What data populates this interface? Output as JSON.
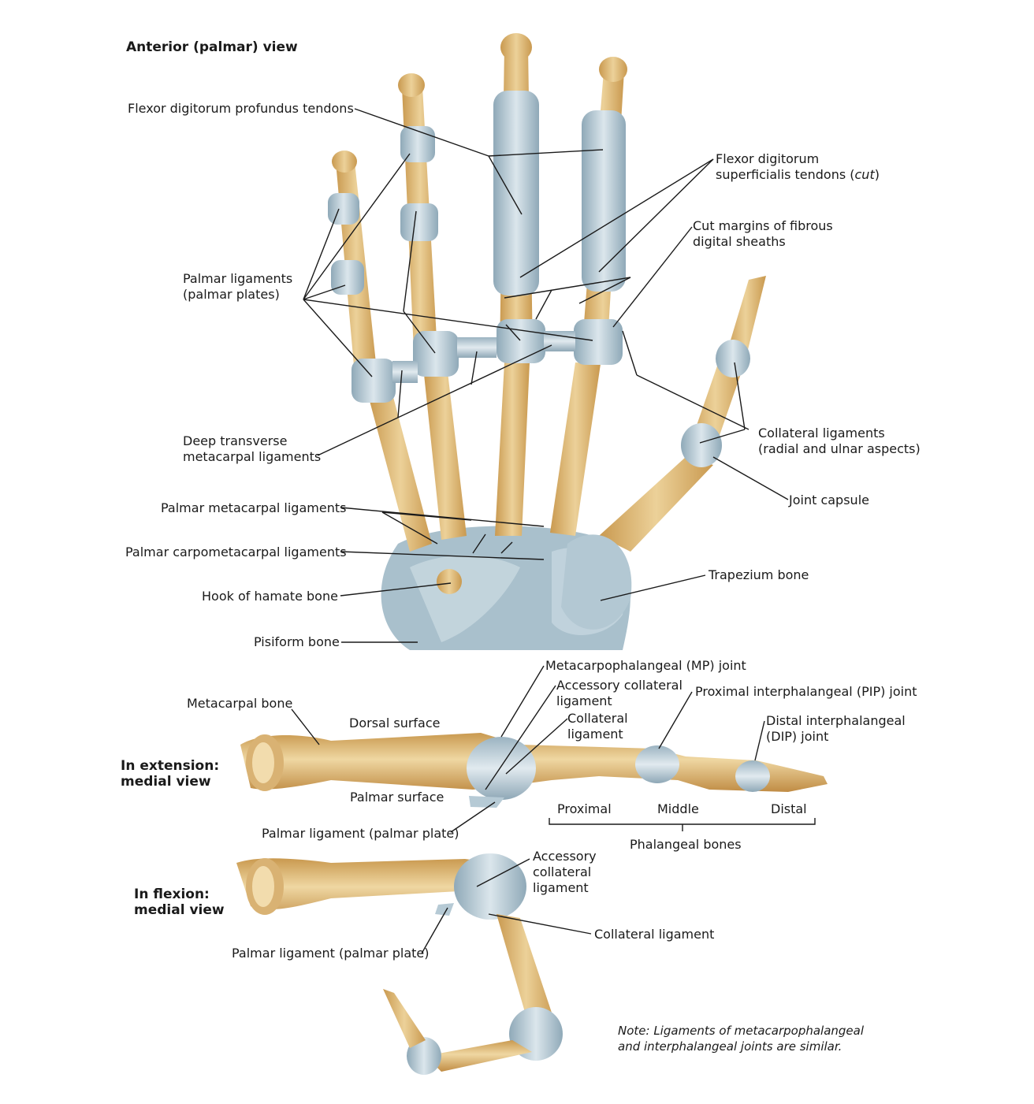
{
  "view_title": "Anterior (palmar) view",
  "labels": {
    "fdp": "Flexor digitorum profundus tendons",
    "fds_1": "Flexor digitorum",
    "fds_2a": "superficialis tendons (",
    "fds_2b": "cut",
    "fds_2c": ")",
    "cut_margins_1": "Cut margins of fibrous",
    "cut_margins_2": "digital sheaths",
    "palmar_lig_1": "Palmar ligaments",
    "palmar_lig_2": "(palmar plates)",
    "collateral_1": "Collateral ligaments",
    "collateral_2": "(radial and ulnar aspects)",
    "deep_transverse_1": "Deep transverse",
    "deep_transverse_2": "metacarpal ligaments",
    "joint_capsule": "Joint capsule",
    "palmar_metacarpal": "Palmar metacarpal ligaments",
    "palmar_cmc": "Palmar carpometacarpal ligaments",
    "trapezium": "Trapezium bone",
    "hook_hamate": "Hook of hamate bone",
    "pisiform": "Pisiform bone",
    "mp_joint": "Metacarpophalangeal (MP) joint",
    "accessory_collateral_1": "Accessory collateral",
    "accessory_collateral_2": "ligament",
    "collateral_lig_1": "Collateral",
    "collateral_lig_2": "ligament",
    "pip_joint": "Proximal interphalangeal (PIP) joint",
    "dip_1": "Distal interphalangeal",
    "dip_2": "(DIP) joint",
    "metacarpal_bone": "Metacarpal bone",
    "dorsal_surface": "Dorsal surface",
    "palmar_surface": "Palmar surface",
    "in_extension_1": "In extension:",
    "in_extension_2": "medial view",
    "palmar_plate_ext": "Palmar ligament (palmar plate)",
    "proximal": "Proximal",
    "middle": "Middle",
    "distal": "Distal",
    "phalangeal_bones": "Phalangeal bones",
    "acc_coll_flex_1": "Accessory",
    "acc_coll_flex_2": "collateral",
    "acc_coll_flex_3": "ligament",
    "in_flexion_1": "In flexion:",
    "in_flexion_2": "medial view",
    "collateral_flex": "Collateral ligament",
    "palmar_plate_flex": "Palmar ligament (palmar plate)",
    "note_1": "Note: Ligaments of metacarpophalangeal",
    "note_2": "and interphalangeal joints are similar."
  },
  "colors": {
    "bone": "#e3c07f",
    "bone_dark": "#c79a52",
    "ligament": "#b9ccd6",
    "ligament_dark": "#8fa9b8",
    "leader": "#1a1a1a"
  }
}
